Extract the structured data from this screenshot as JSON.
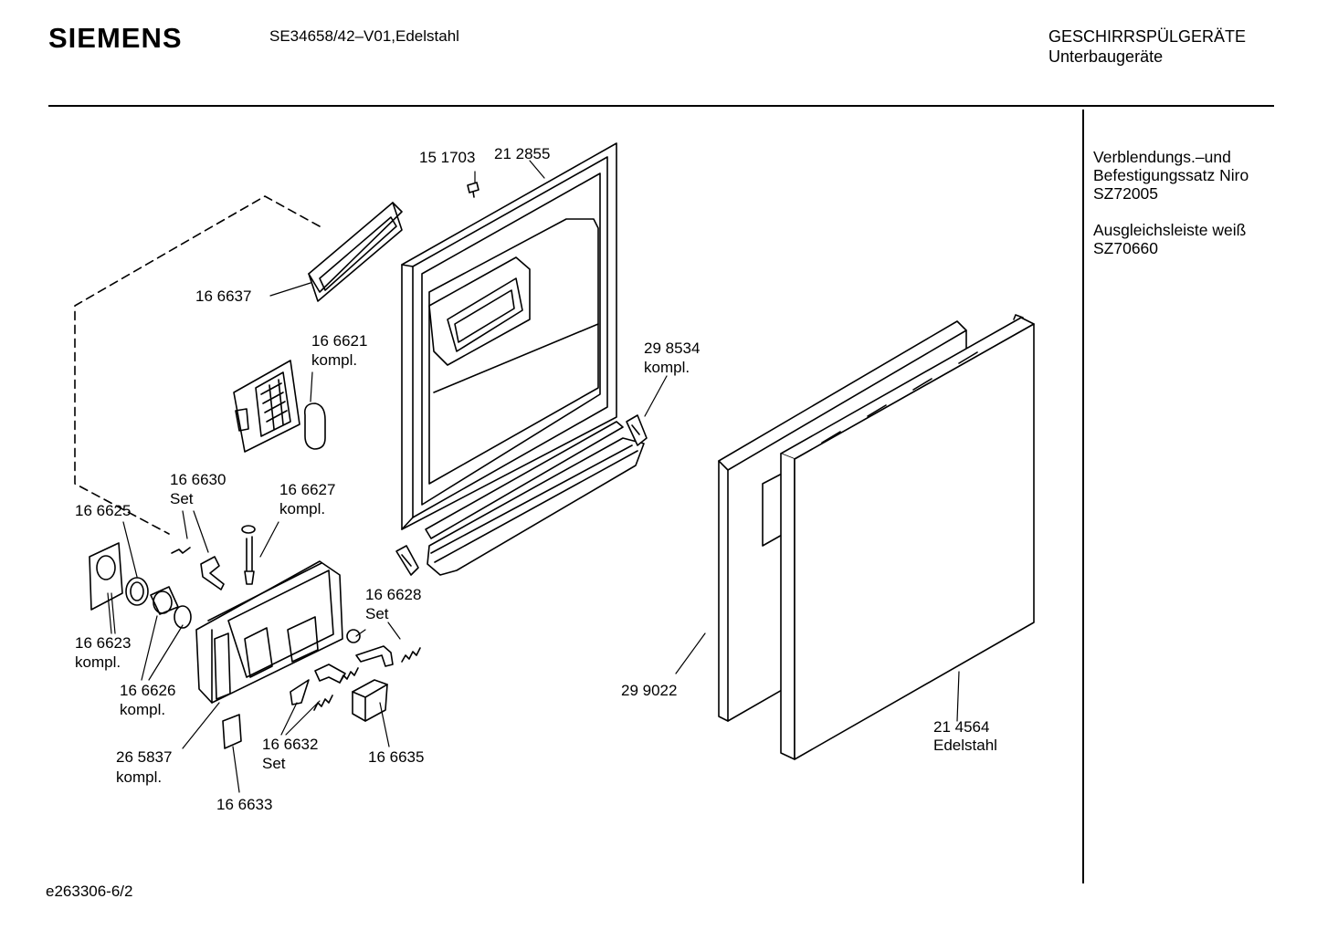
{
  "header": {
    "brand": "SIEMENS",
    "model": "SE34658/42–V01,Edelstahl",
    "category": "GESCHIRRSPÜLGERÄTE",
    "subcategory": "Unterbaugeräte"
  },
  "accessories": [
    {
      "name": "Verblendungs.–und",
      "name2": "Befestigungssatz Niro",
      "code": "SZ72005"
    },
    {
      "name": "Ausgleichsleiste weiß",
      "code": "SZ70660"
    }
  ],
  "parts": {
    "p151703": "15 1703",
    "p212855": "21 2855",
    "p166637": "16 6637",
    "p166621": "16 6621",
    "p166621_sub": "kompl.",
    "p298534": "29 8534",
    "p298534_sub": "kompl.",
    "p166630": "16 6630",
    "p166630_sub": "Set",
    "p166627": "16 6627",
    "p166627_sub": "kompl.",
    "p166625": "16 6625",
    "p166628": "16 6628",
    "p166628_sub": "Set",
    "p166623": "16 6623",
    "p166623_sub": "kompl.",
    "p166626": "16 6626",
    "p166626_sub": "kompl.",
    "p299022": "29 9022",
    "p214564": "21 4564",
    "p214564_sub": "Edelstahl",
    "p265837": "26 5837",
    "p265837_sub": "kompl.",
    "p166632": "16 6632",
    "p166632_sub": "Set",
    "p166635": "16 6635",
    "p166633": "16 6633"
  },
  "footer": {
    "doc_id": "e263306-6/2"
  }
}
